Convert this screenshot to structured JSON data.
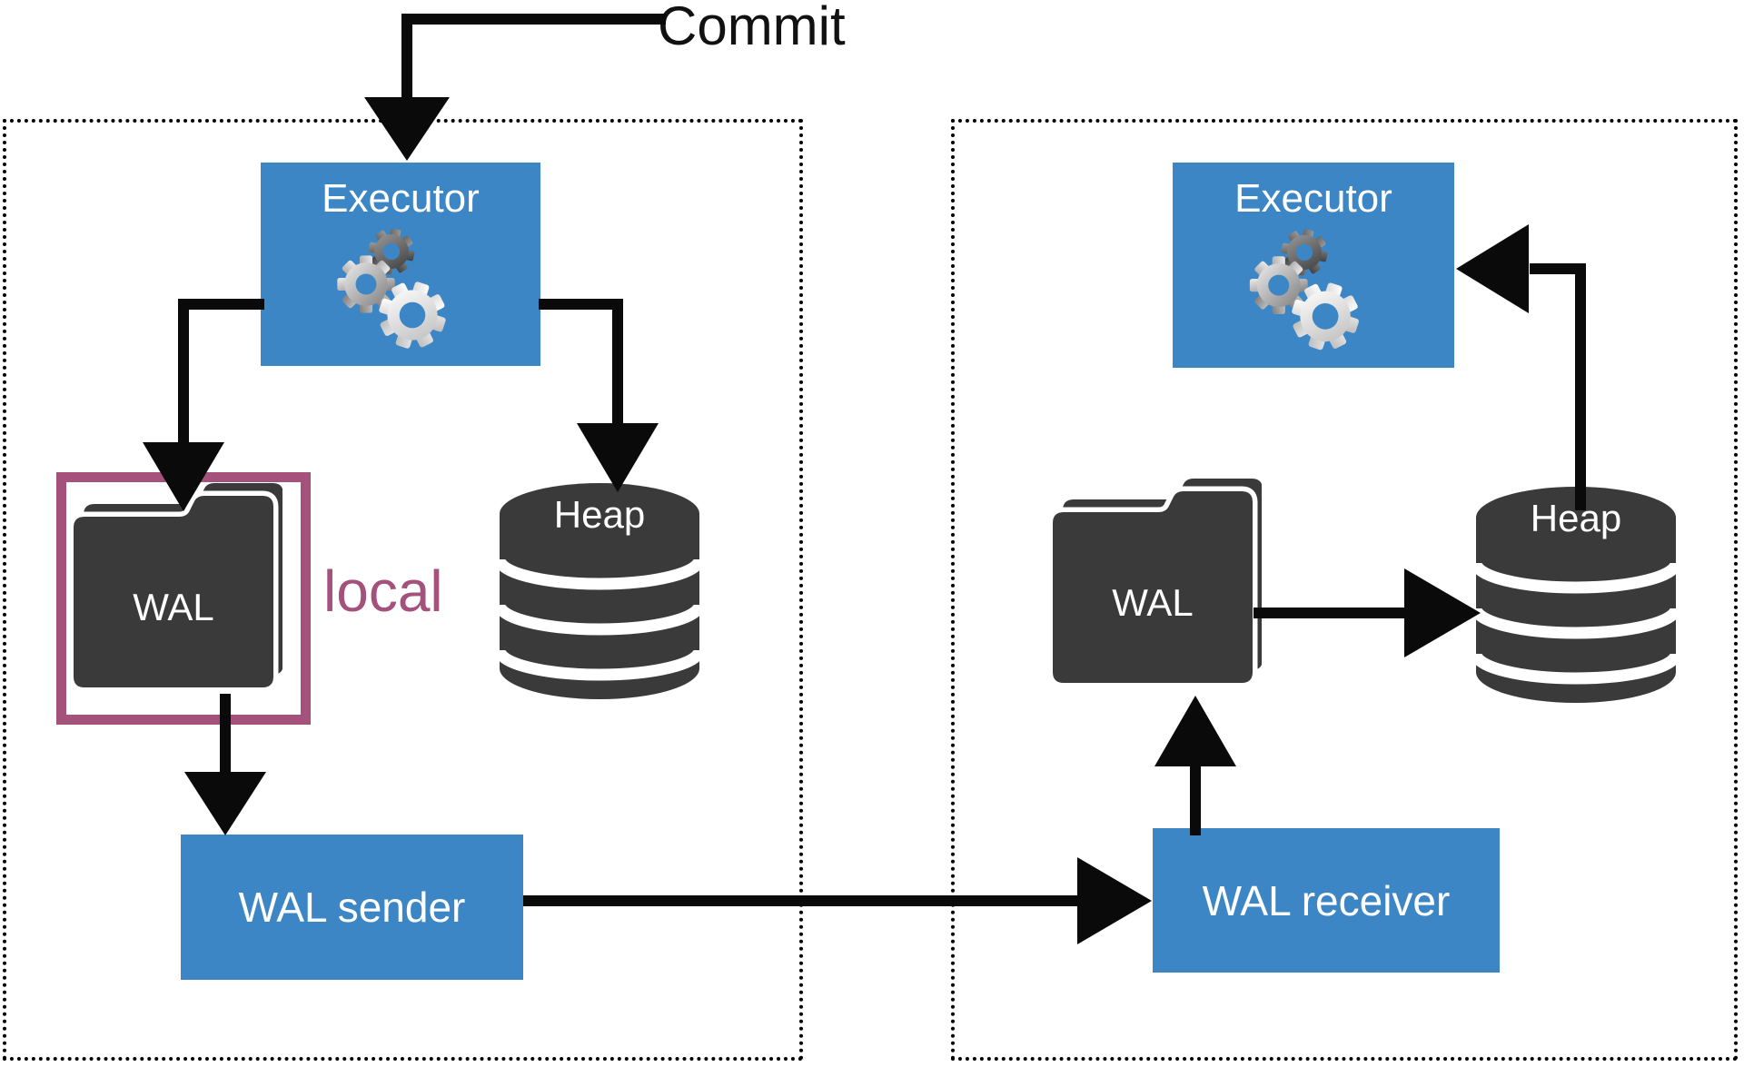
{
  "annotations": {
    "commit": "Commit",
    "local": "local"
  },
  "primary": {
    "executor_label": "Executor",
    "wal_label": "WAL",
    "heap_label": "Heap",
    "sender_label": "WAL sender"
  },
  "replica": {
    "executor_label": "Executor",
    "wal_label": "WAL",
    "heap_label": "Heap",
    "receiver_label": "WAL receiver"
  },
  "colors": {
    "box_blue": "#3d86c6",
    "icon_dark": "#3a3a3a",
    "accent_purple": "#a4517c",
    "line_black": "#0a0a0a",
    "canvas_white": "#ffffff",
    "label_white": "#ffffff"
  },
  "icons": {
    "executor_icon": "gears-icon",
    "wal_icon": "folder-icon",
    "heap_icon": "database-cylinder-icon"
  }
}
